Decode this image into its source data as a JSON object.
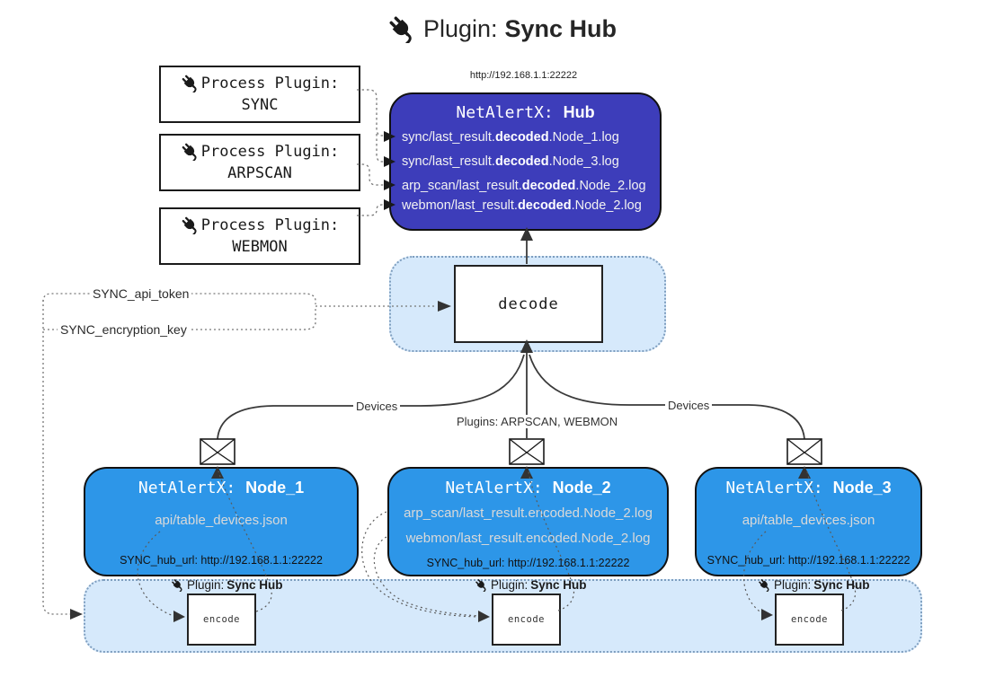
{
  "colors": {
    "hub_fill": "#3d3dba",
    "node_fill": "#2d96e8",
    "band_fill": "#d6e9fb",
    "band_border": "#7e9ebf",
    "line": "#3a3a3a"
  },
  "title": {
    "label": "Plugin:",
    "name": "Sync Hub",
    "icon": "plug-icon"
  },
  "process_plugins": [
    {
      "label": "Process Plugin:",
      "name": "SYNC"
    },
    {
      "label": "Process Plugin:",
      "name": "ARPSCAN"
    },
    {
      "label": "Process Plugin:",
      "name": "WEBMON"
    }
  ],
  "hub": {
    "url": "http://192.168.1.1:22222",
    "title_label": "NetAlertX:",
    "title_name": "Hub",
    "lines": [
      {
        "pre": "sync/last_result.",
        "bold": "decoded",
        "post": ".Node_1.log"
      },
      {
        "pre": "sync/last_result.",
        "bold": "decoded",
        "post": ".Node_3.log"
      },
      {
        "pre": "arp_scan/last_result.",
        "bold": "decoded",
        "post": ".Node_2.log"
      },
      {
        "pre": "webmon/last_result.",
        "bold": "decoded",
        "post": ".Node_2.log"
      }
    ]
  },
  "settings": {
    "api_token": "SYNC_api_token",
    "encryption_key": "SYNC_encryption_key"
  },
  "decode": {
    "label": "decode"
  },
  "edge_labels": {
    "left": "Devices",
    "center": "Plugins: ARPSCAN, WEBMON",
    "right": "Devices"
  },
  "nodes": [
    {
      "title_label": "NetAlertX:",
      "title_name": "Node_1",
      "lines": [
        "api/table_devices.json"
      ],
      "hub_url": "SYNC_hub_url: http://192.168.1.1:22222"
    },
    {
      "title_label": "NetAlertX:",
      "title_name": "Node_2",
      "lines": [
        "arp_scan/last_result.encoded.Node_2.log",
        "webmon/last_result.encoded.Node_2.log"
      ],
      "hub_url": "SYNC_hub_url: http://192.168.1.1:22222"
    },
    {
      "title_label": "NetAlertX:",
      "title_name": "Node_3",
      "lines": [
        "api/table_devices.json"
      ],
      "hub_url": "SYNC_hub_url: http://192.168.1.1:22222"
    }
  ],
  "encode_band": {
    "plugin_label": "Plugin:",
    "plugin_name": "Sync Hub",
    "encode_label": "encode"
  }
}
